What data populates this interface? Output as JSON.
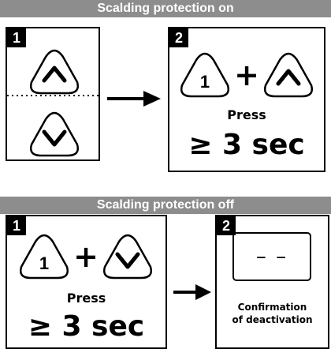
{
  "section_on": {
    "title": "Scalding protection on",
    "step1": {
      "number": "1"
    },
    "step2": {
      "number": "2",
      "key_label": "1",
      "plus": "+",
      "press": "Press",
      "duration": "≥ 3 sec"
    }
  },
  "section_off": {
    "title": "Scalding protection off",
    "step1": {
      "number": "1",
      "key_label": "1",
      "plus": "+",
      "press": "Press",
      "duration": "≥ 3 sec"
    },
    "step2": {
      "number": "2",
      "display": "– –",
      "confirmation_line1": "Confirmation",
      "confirmation_line2": "of deactivation"
    }
  },
  "icons": [
    "up-key-icon",
    "down-key-icon",
    "one-key-icon",
    "right-arrow-icon"
  ]
}
